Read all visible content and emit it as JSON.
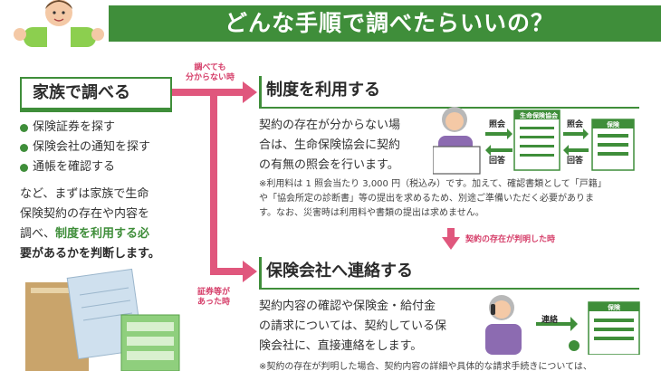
{
  "header": {
    "title": "どんな手順で調べたらいいの？"
  },
  "left": {
    "title": "家族で調べる",
    "bullets": [
      "保険証券を探す",
      "保険会社の通知を探す",
      "通帳を確認する"
    ],
    "para_1": "など、まずは家族で生命",
    "para_2": "保険契約の存在や内容を",
    "para_3_plain": "調べ、",
    "para_3_highlight": "制度を利用する必",
    "para_4": "要があるかを判断します。"
  },
  "flow": {
    "label_top_1": "調べても",
    "label_top_2": "分からない時",
    "label_mid_1": "証券等が",
    "label_mid_2": "あった時",
    "label_down": "契約の存在が判明した時"
  },
  "section_system": {
    "title": "制度を利用する",
    "text_1": "契約の存在が分からない場",
    "text_2": "合は、生命保険協会に契約",
    "text_3": "の有無の照会を行います。",
    "label_inquiry_1": "照会",
    "label_answer_1": "回答",
    "label_inquiry_2": "照会",
    "label_answer_2": "回答",
    "org_label": "生命保険協会",
    "company_label": "保険",
    "note_1": "※利用料は 1 照会当たり 3,000 円（税込み）です。加えて、確認書類として「戸籍」",
    "note_2": "や「協会所定の診断書」等の提出を求めるため、別途ご準備いただく必要がありま",
    "note_3": "す。なお、災害時は利用料や書類の提出は求めません。"
  },
  "section_contact": {
    "title": "保険会社へ連絡する",
    "text_1": "契約内容の確認や保険金・給付金",
    "text_2": "の請求については、契約している保",
    "text_3": "険会社に、直接連絡をします。",
    "label_contact": "連絡",
    "company_label": "保険",
    "note_1": "※契約の存在が判明した場合、契約内容の詳細や具体的な請求手続きについては、"
  },
  "colors": {
    "brand_green": "#3f8e3a",
    "pink_arrow": "#e0577d"
  }
}
